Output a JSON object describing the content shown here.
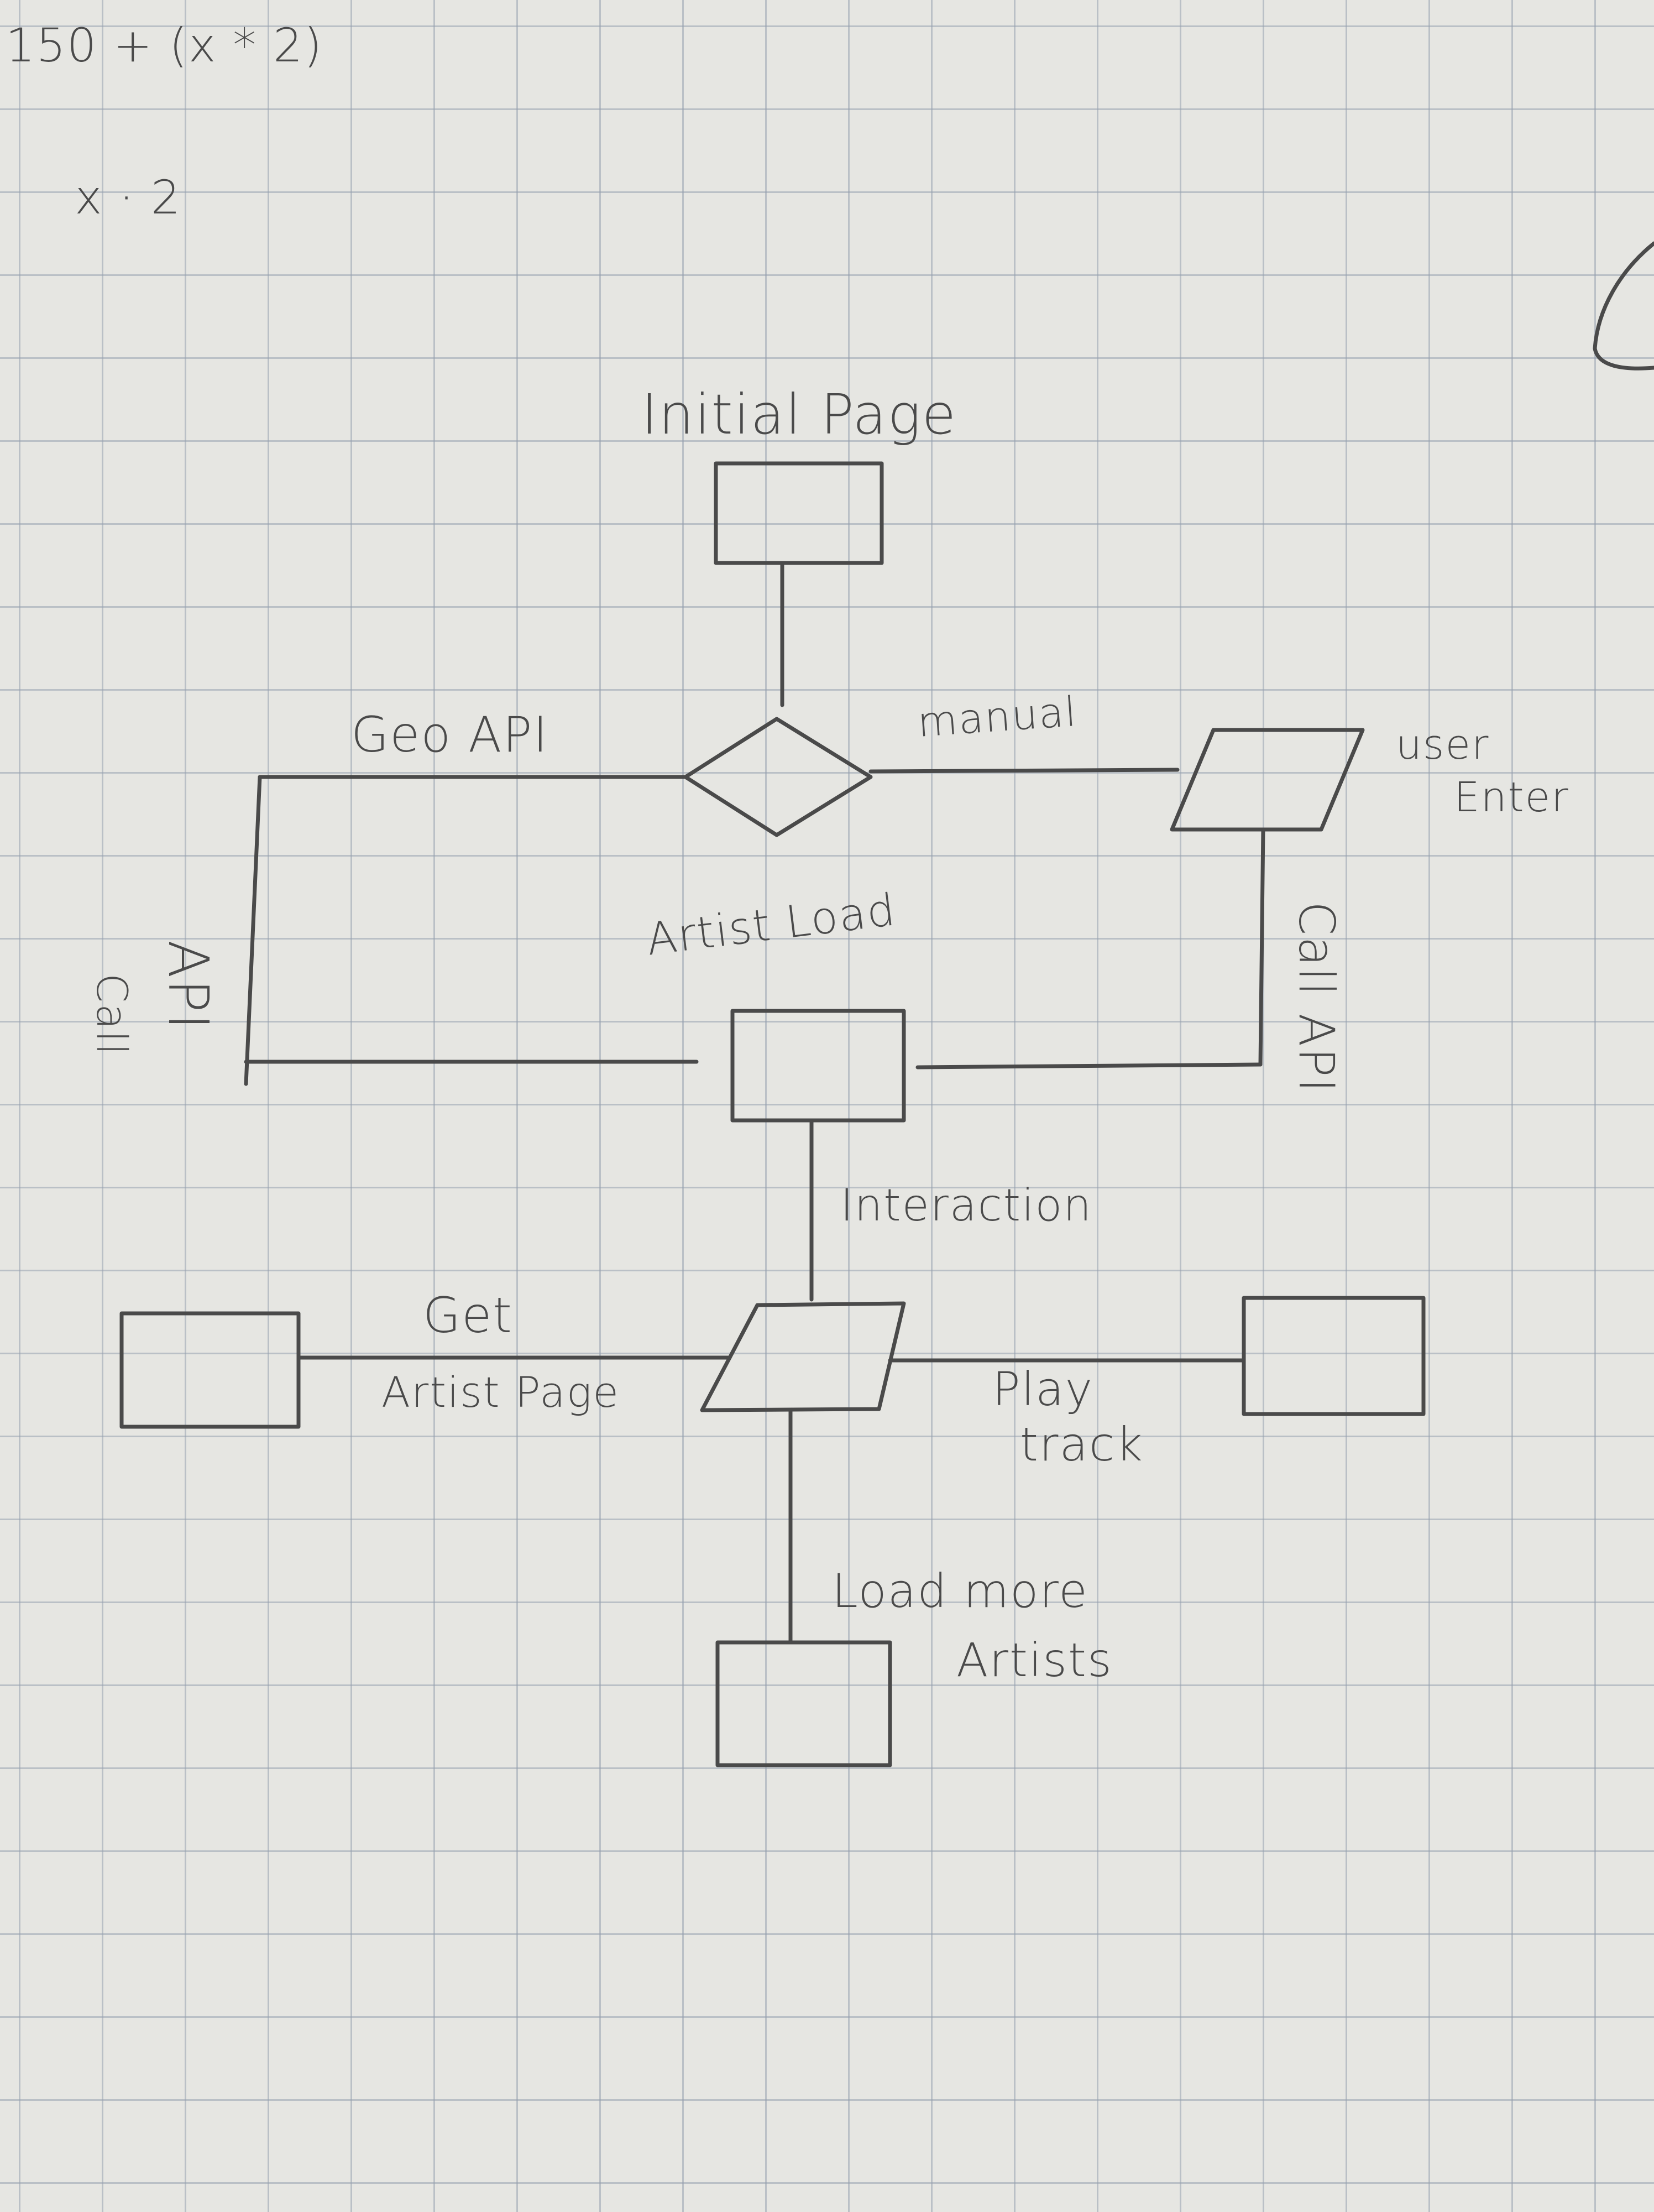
{
  "notes": {
    "formula_top": "150 + (x * 2)",
    "formula_second": "x · 2"
  },
  "nodes": {
    "initial_page": "Initial Page",
    "artist_load": "Artist Load",
    "user_enter_line1": "user",
    "user_enter_line2": "Enter"
  },
  "edges": {
    "geo_api": "Geo API",
    "manual": "manual",
    "call_api_left_line1": "Call",
    "call_api_left_line2": "API",
    "call_api_right": "Call API",
    "interaction": "Interaction",
    "get_artist_page_line1": "Get",
    "get_artist_page_line2": "Artist Page",
    "play_track_line1": "Play",
    "play_track_line2": "track",
    "load_more_line1": "Load more",
    "load_more_line2": "Artists"
  },
  "colors": {
    "ink": "#4a4a4a",
    "paper": "#e6e6e2",
    "grid": "#969faf"
  }
}
